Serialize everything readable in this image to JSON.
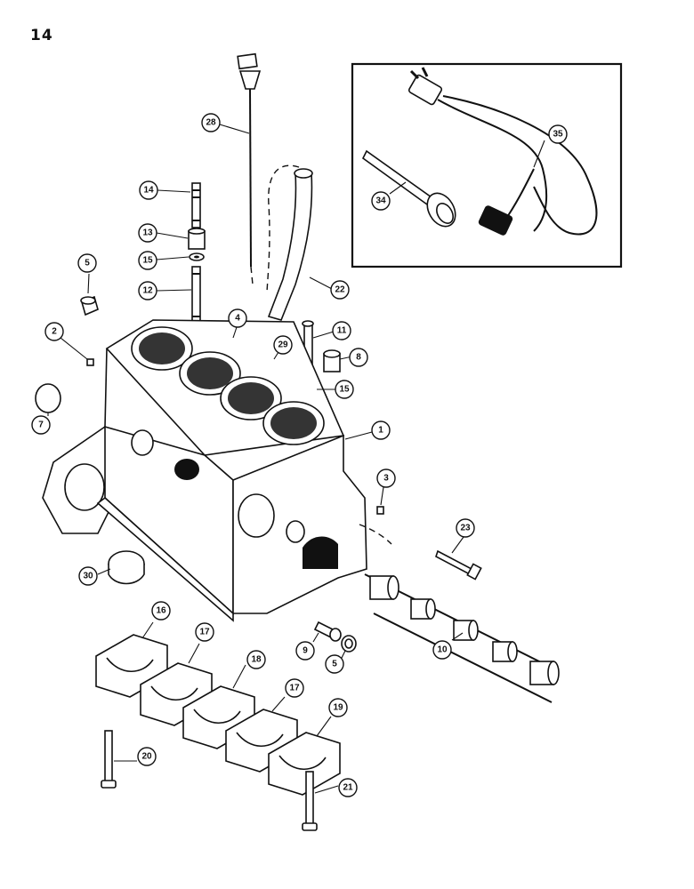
{
  "page": {
    "number": "14"
  },
  "inset": {
    "label": "heater kit inset"
  },
  "callouts": [
    {
      "id": "c35",
      "label": "35"
    },
    {
      "id": "c34",
      "label": "34"
    },
    {
      "id": "c28",
      "label": "28"
    },
    {
      "id": "c14",
      "label": "14"
    },
    {
      "id": "c13",
      "label": "13"
    },
    {
      "id": "c15a",
      "label": "15"
    },
    {
      "id": "c12",
      "label": "12"
    },
    {
      "id": "c5a",
      "label": "5"
    },
    {
      "id": "c22",
      "label": "22"
    },
    {
      "id": "c4",
      "label": "4"
    },
    {
      "id": "c2",
      "label": "2"
    },
    {
      "id": "c29",
      "label": "29"
    },
    {
      "id": "c11",
      "label": "11"
    },
    {
      "id": "c8",
      "label": "8"
    },
    {
      "id": "c15b",
      "label": "15"
    },
    {
      "id": "c7",
      "label": "7"
    },
    {
      "id": "c1",
      "label": "1"
    },
    {
      "id": "c3",
      "label": "3"
    },
    {
      "id": "c23",
      "label": "23"
    },
    {
      "id": "c30",
      "label": "30"
    },
    {
      "id": "c16",
      "label": "16"
    },
    {
      "id": "c17a",
      "label": "17"
    },
    {
      "id": "c9",
      "label": "9"
    },
    {
      "id": "c5b",
      "label": "5"
    },
    {
      "id": "c10",
      "label": "10"
    },
    {
      "id": "c18",
      "label": "18"
    },
    {
      "id": "c17b",
      "label": "17"
    },
    {
      "id": "c19",
      "label": "19"
    },
    {
      "id": "c20",
      "label": "20"
    },
    {
      "id": "c21",
      "label": "21"
    }
  ]
}
